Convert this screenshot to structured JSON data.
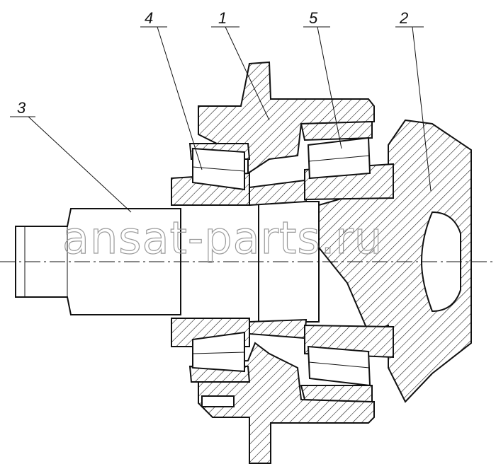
{
  "callouts": {
    "c1": "1",
    "c2": "2",
    "c3": "3",
    "c4": "4",
    "c5": "5"
  },
  "watermark": "ansat-parts.ru"
}
